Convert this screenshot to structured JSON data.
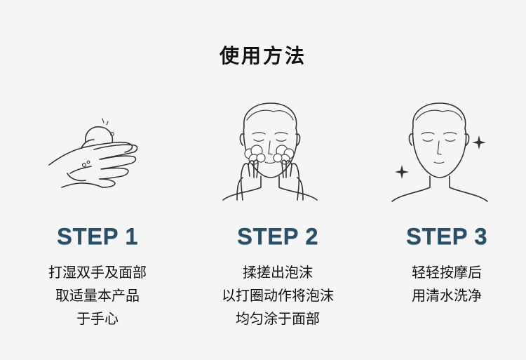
{
  "title": "使用方法",
  "steps": [
    {
      "label": "STEP 1",
      "icon": "hand-foam-icon",
      "lines": [
        "打湿双手及面部",
        "取适量本产品",
        "于手心"
      ]
    },
    {
      "label": "STEP 2",
      "icon": "face-lather-icon",
      "lines": [
        "揉搓出泡沫",
        "以打圈动作将泡沫",
        "均匀涂于面部"
      ]
    },
    {
      "label": "STEP 3",
      "icon": "clean-face-icon",
      "lines": [
        "轻轻按摩后",
        "用清水洗净"
      ]
    }
  ],
  "colors": {
    "background": "#f5f5f5",
    "step_label": "#2a4e63",
    "text": "#111111"
  }
}
